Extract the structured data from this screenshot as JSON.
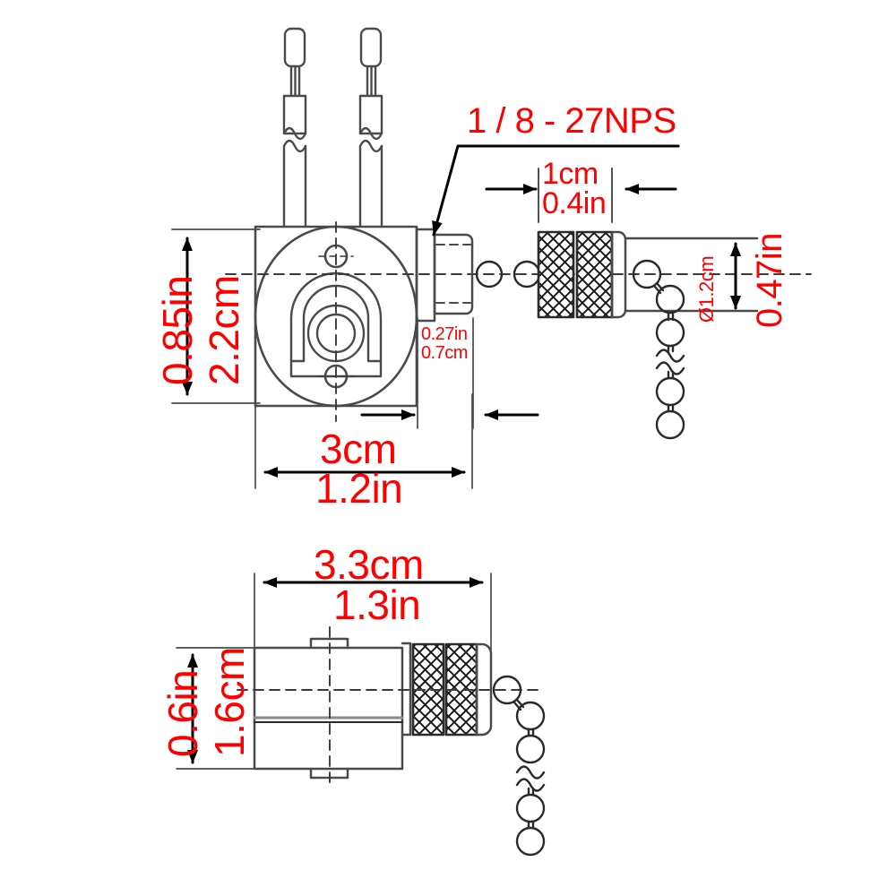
{
  "drawing": {
    "title": "Pull chain switch dimensional drawing",
    "colors": {
      "dimension_text": "#ff0000",
      "outline": "#3a3a3a",
      "heavy_outline": "#000000",
      "background": "#ffffff"
    },
    "views": [
      {
        "id": "front-view",
        "name": "front-view",
        "labels": [
          {
            "id": "thread-spec",
            "text": "1 / 8 - 27NPS",
            "kind": "leader-note"
          },
          {
            "id": "height-in",
            "text": "0.85in",
            "kind": "dimension"
          },
          {
            "id": "height-cm",
            "text": "2.2cm",
            "kind": "dimension"
          },
          {
            "id": "plate-thickness-in",
            "text": "0.27in",
            "kind": "dimension"
          },
          {
            "id": "plate-thickness-cm",
            "text": "0.7cm",
            "kind": "dimension"
          },
          {
            "id": "width-cm",
            "text": "3cm",
            "kind": "dimension"
          },
          {
            "id": "width-in",
            "text": "1.2in",
            "kind": "dimension"
          },
          {
            "id": "nut-width-cm",
            "text": "1cm",
            "kind": "dimension"
          },
          {
            "id": "nut-width-in",
            "text": "0.4in",
            "kind": "dimension"
          },
          {
            "id": "diameter-cm",
            "text": "Ø1.2cm",
            "kind": "dimension"
          },
          {
            "id": "diameter-in",
            "text": "0.47in",
            "kind": "dimension"
          }
        ]
      },
      {
        "id": "side-view",
        "name": "side-view",
        "labels": [
          {
            "id": "length-cm",
            "text": "3.3cm",
            "kind": "dimension"
          },
          {
            "id": "length-in",
            "text": "1.3in",
            "kind": "dimension"
          },
          {
            "id": "depth-in",
            "text": "0.6in",
            "kind": "dimension"
          },
          {
            "id": "depth-cm",
            "text": "1.6cm",
            "kind": "dimension"
          }
        ]
      }
    ]
  },
  "text": {
    "thread_spec": "1 / 8 - 27NPS",
    "height_in": "0.85in",
    "height_cm": "2.2cm",
    "plate_thickness_in": "0.27in",
    "plate_thickness_cm": "0.7cm",
    "width_cm": "3cm",
    "width_in": "1.2in",
    "nut_width_cm": "1cm",
    "nut_width_in": "0.4in",
    "diameter_cm": "Ø1.2cm",
    "diameter_in": "0.47in",
    "length_cm": "3.3cm",
    "length_in": "1.3in",
    "depth_in": "0.6in",
    "depth_cm": "1.6cm"
  }
}
